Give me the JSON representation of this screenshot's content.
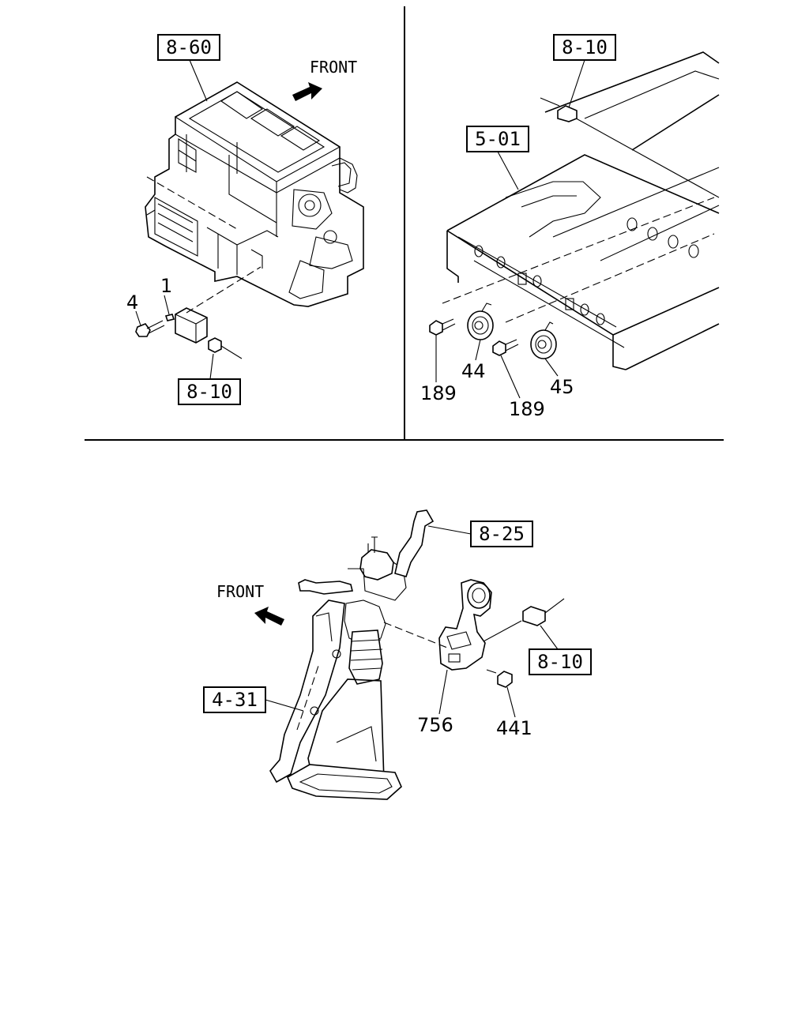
{
  "panel_top_left": {
    "front_label": "FRONT",
    "refs": [
      "8-60",
      "8-10"
    ],
    "callouts": [
      "1",
      "4"
    ]
  },
  "panel_top_right": {
    "refs": [
      "8-10",
      "5-01"
    ],
    "callouts": [
      "44",
      "45",
      "189",
      "189"
    ]
  },
  "panel_bottom": {
    "front_label": "FRONT",
    "refs": [
      "8-25",
      "8-10",
      "4-31"
    ],
    "callouts": [
      "756",
      "441"
    ]
  }
}
